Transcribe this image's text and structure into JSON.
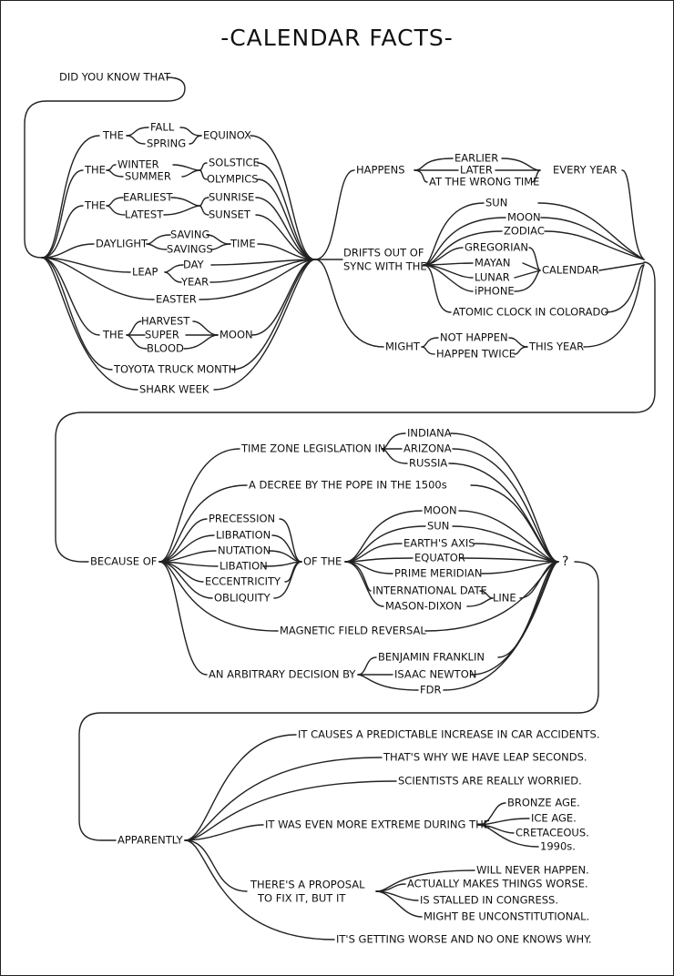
{
  "title": "-CALENDAR FACTS-",
  "start": "DID YOU KNOW THAT",
  "subjects": {
    "equinox": {
      "the": "THE",
      "options": [
        "FALL",
        "SPRING"
      ],
      "noun": "EQUINOX"
    },
    "solstice": {
      "the": "THE",
      "options": [
        "WINTER",
        "SUMMER"
      ],
      "nouns": [
        "SOLSTICE",
        "OLYMPICS"
      ]
    },
    "sunrise": {
      "the": "THE",
      "options": [
        "EARLIEST",
        "LATEST"
      ],
      "nouns": [
        "SUNRISE",
        "SUNSET"
      ]
    },
    "dst": {
      "lead": "DAYLIGHT",
      "options": [
        "SAVING",
        "SAVINGS"
      ],
      "noun": "TIME"
    },
    "leap": {
      "lead": "LEAP",
      "options": [
        "DAY",
        "YEAR"
      ]
    },
    "easter": "EASTER",
    "moon": {
      "the": "THE",
      "options": [
        "HARVEST",
        "SUPER",
        "BLOOD"
      ],
      "noun": "MOON"
    },
    "toyota": "TOYOTA TRUCK MONTH",
    "shark": "SHARK WEEK"
  },
  "verbs": {
    "happens": {
      "label": "HAPPENS",
      "options": [
        "EARLIER",
        "LATER",
        "AT THE WRONG TIME"
      ],
      "tail": "EVERY YEAR"
    },
    "drifts": {
      "label": "DRIFTS OUT OF SYNC WITH THE",
      "line1": "DRIFTS OUT OF",
      "line2": "SYNC WITH THE",
      "top": [
        "SUN",
        "MOON",
        "ZODIAC"
      ],
      "calendars": [
        "GREGORIAN",
        "MAYAN",
        "LUNAR",
        "iPHONE"
      ],
      "calendar_word": "CALENDAR",
      "atomic": "ATOMIC CLOCK IN COLORADO"
    },
    "might": {
      "label": "MIGHT",
      "options": [
        "NOT HAPPEN",
        "HAPPEN TWICE"
      ],
      "tail": "THIS YEAR"
    }
  },
  "because": {
    "label": "BECAUSE OF",
    "timezone": {
      "label": "TIME ZONE LEGISLATION IN",
      "places": [
        "INDIANA",
        "ARIZONA",
        "RUSSIA"
      ]
    },
    "pope": "A DECREE BY THE POPE IN THE 1500s",
    "motions": [
      "PRECESSION",
      "LIBRATION",
      "NUTATION",
      "LIBATION",
      "ECCENTRICITY",
      "OBLIQUITY"
    ],
    "of_the": "OF THE",
    "bodies": [
      "MOON",
      "SUN",
      "EARTH'S AXIS",
      "EQUATOR",
      "PRIME MERIDIAN"
    ],
    "lines": [
      "INTERNATIONAL DATE",
      "MASON-DIXON"
    ],
    "line_word": "LINE",
    "magnetic": "MAGNETIC FIELD REVERSAL",
    "arbitrary": {
      "label": "AN ARBITRARY DECISION BY",
      "people": [
        "BENJAMIN FRANKLIN",
        "ISAAC NEWTON",
        "FDR"
      ]
    },
    "question": "?"
  },
  "apparently": {
    "label": "APPARENTLY",
    "accidents": "IT CAUSES A PREDICTABLE INCREASE IN CAR ACCIDENTS.",
    "leap_seconds": "THAT'S WHY WE HAVE LEAP SECONDS.",
    "worried": "SCIENTISTS ARE REALLY WORRIED.",
    "extreme": {
      "label": "IT WAS EVEN MORE EXTREME DURING THE",
      "eras": [
        "BRONZE AGE.",
        "ICE AGE.",
        "CRETACEOUS.",
        "1990s."
      ]
    },
    "proposal": {
      "line1": "THERE'S A PROPOSAL",
      "line2": "TO FIX IT, BUT IT",
      "outcomes": [
        "WILL NEVER HAPPEN.",
        "ACTUALLY MAKES THINGS WORSE.",
        "IS STALLED IN CONGRESS.",
        "MIGHT BE UNCONSTITUTIONAL."
      ]
    },
    "worse": "IT'S GETTING WORSE AND NO ONE KNOWS WHY."
  }
}
